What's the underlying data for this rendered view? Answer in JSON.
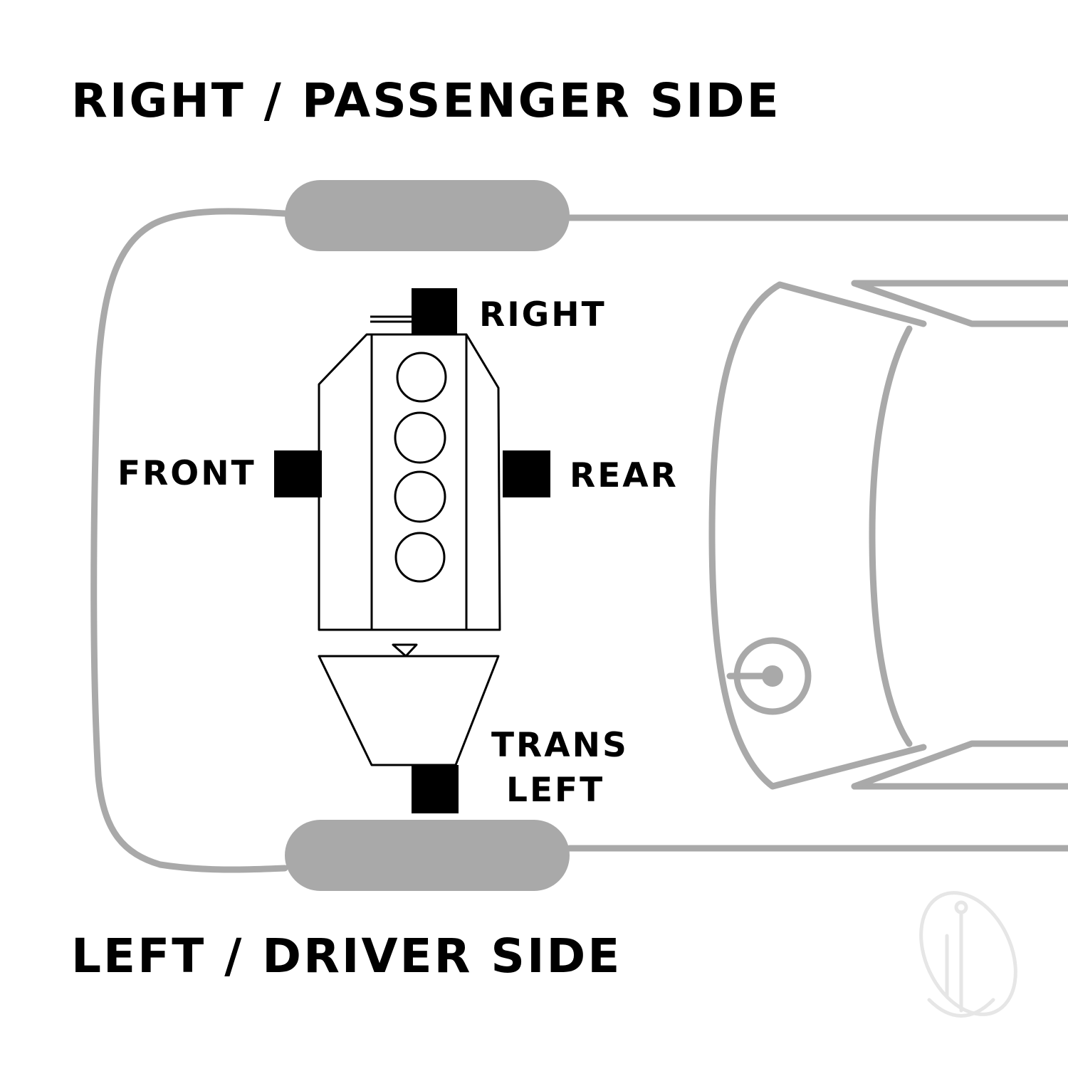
{
  "labels": {
    "top_heading": "RIGHT / PASSENGER SIDE",
    "bottom_heading": "LEFT / DRIVER SIDE",
    "mount_right": "RIGHT",
    "mount_front": "FRONT",
    "mount_rear": "REAR",
    "mount_trans_line1": "TRANS",
    "mount_trans_line2": "LEFT"
  },
  "colors": {
    "car_outline": "#a9a9a9",
    "tire": "#a9a9a9",
    "mount": "#000000",
    "engine_line": "#000000",
    "text": "#000000",
    "watermark": "#e6e6e6"
  },
  "icons": {
    "watermark": "anchor-logo-watermark"
  }
}
